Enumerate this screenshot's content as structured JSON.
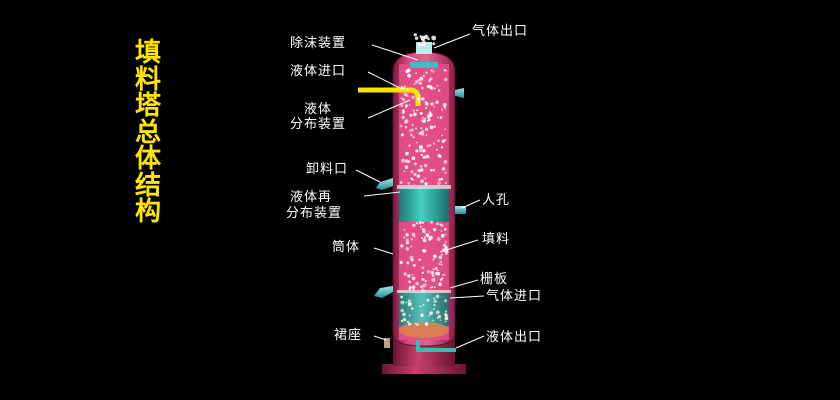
{
  "title_chars": [
    "填",
    "料",
    "塔",
    "总",
    "体",
    "结",
    "构"
  ],
  "labels": {
    "demister": "除沫装置",
    "gas_outlet": "气体出口",
    "liquid_inlet": "液体进口",
    "liquid_distributor_line1": "液体",
    "liquid_distributor_line2": "分布装置",
    "discharge_port": "卸料口",
    "redistributor_line1": "液体再",
    "redistributor_line2": "分布装置",
    "manhole": "人孔",
    "packing": "填料",
    "shell": "筒体",
    "grid_plate": "栅板",
    "gas_inlet": "气体进口",
    "skirt": "裙座",
    "liquid_outlet": "液体出口"
  },
  "colors": {
    "title": "#ffe600",
    "shell": "#c0306a",
    "packing_bed": "#e0457e",
    "redistribution_zone": "#2fb8a8",
    "pipe": "#40b8b8",
    "liquid_pipe": "#f2e600",
    "label": "#ffffff"
  }
}
